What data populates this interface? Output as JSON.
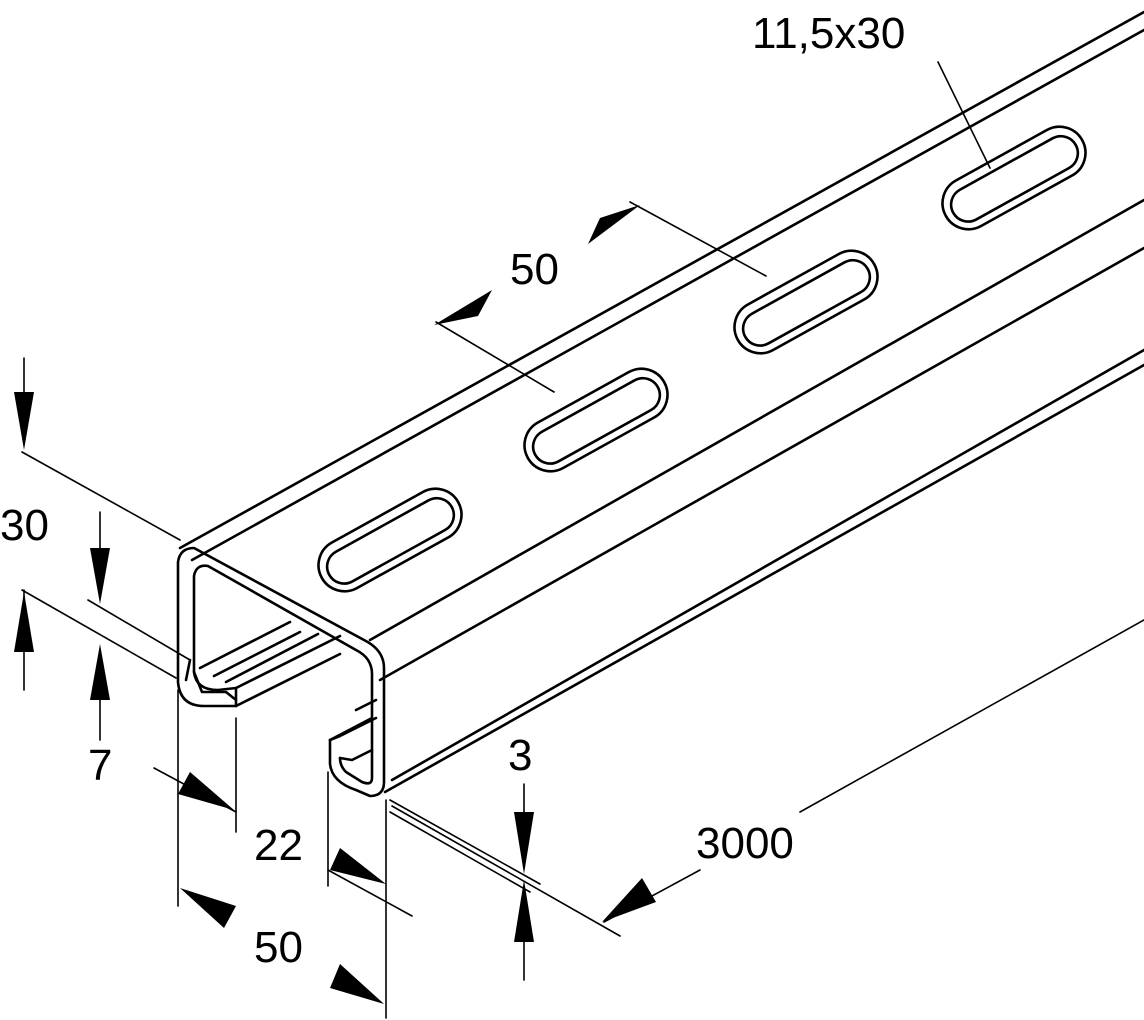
{
  "dimensions": {
    "slot_size": "11,5x30",
    "slot_pitch": "50",
    "height": "30",
    "lip": "7",
    "opening": "22",
    "width": "50",
    "thickness": "3",
    "length": "3000"
  },
  "colors": {
    "line": "#000000",
    "background": "#ffffff"
  }
}
